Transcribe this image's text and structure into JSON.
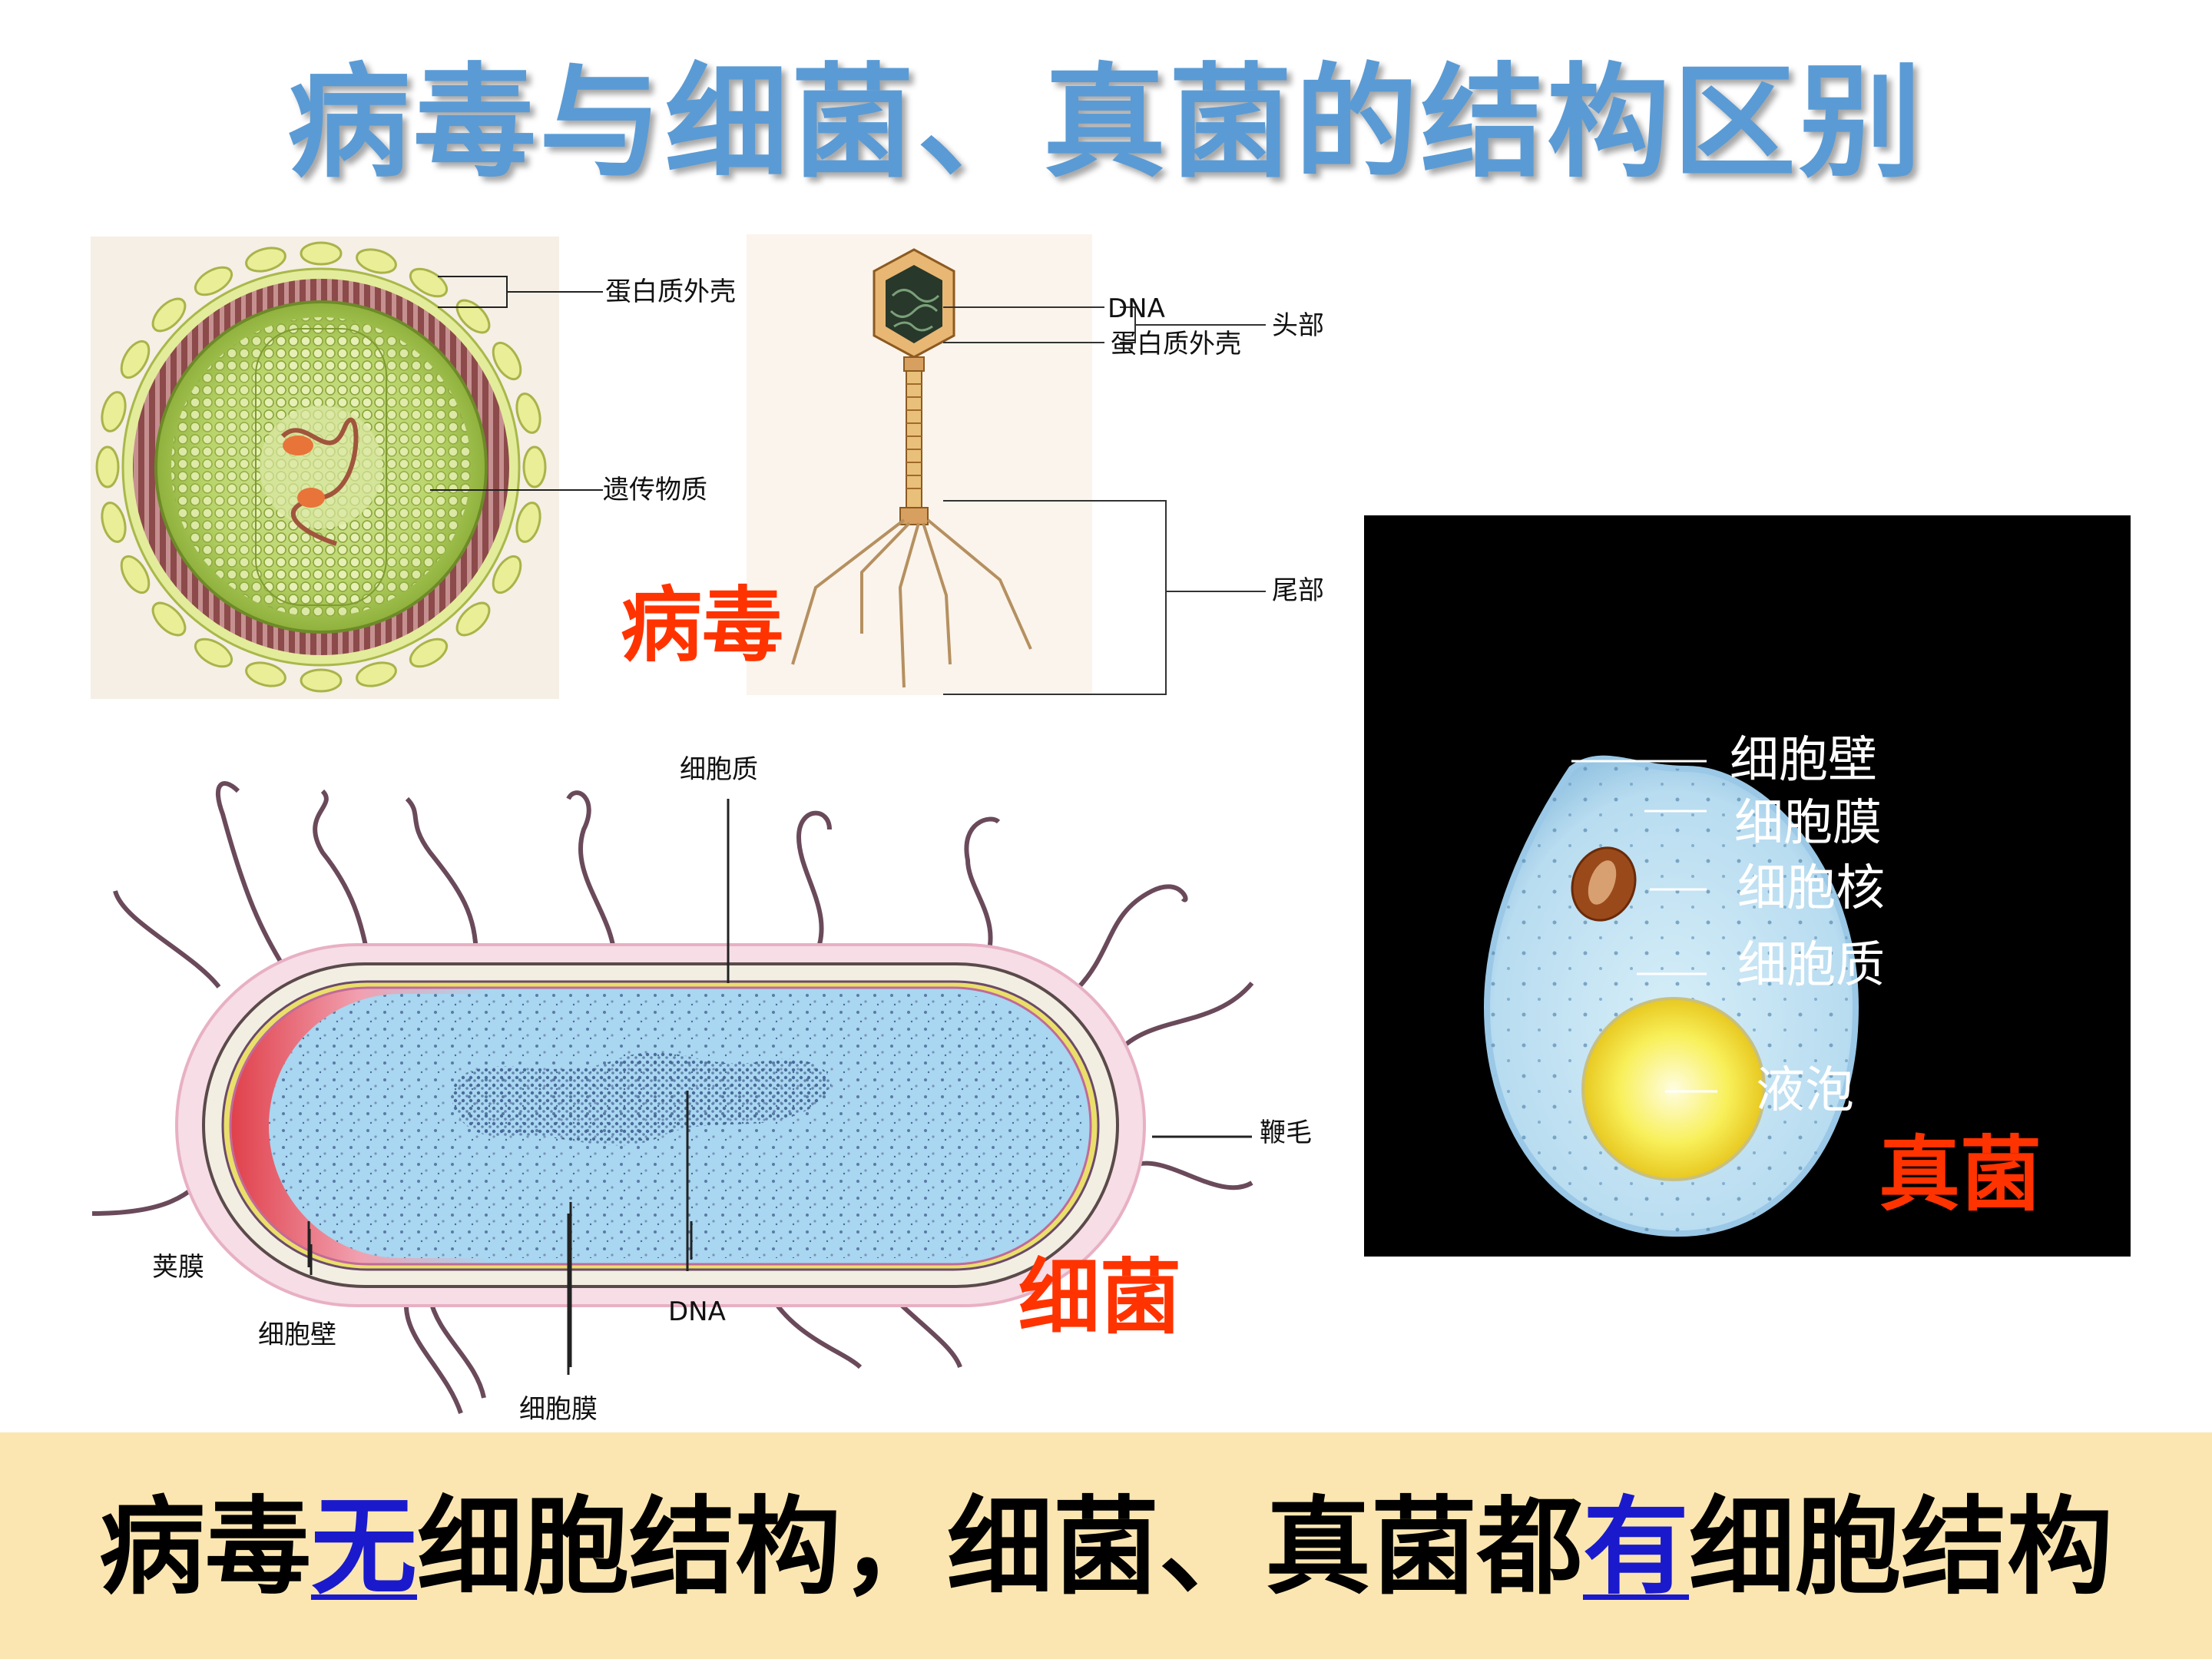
{
  "title": "病毒与细菌、真菌的结构区别",
  "virus_round": {
    "labels": {
      "shell": "蛋白质外壳",
      "genetic": "遗传物质"
    }
  },
  "phage": {
    "labels": {
      "dna": "DNA",
      "shell": "蛋白质外壳",
      "head": "头部",
      "tail": "尾部"
    }
  },
  "virus_caption": "病毒",
  "bacterium": {
    "labels": {
      "cytoplasm": "细胞质",
      "flagella": "鞭毛",
      "capsule": "荚膜",
      "cell_wall": "细胞壁",
      "dna": "DNA",
      "membrane": "细胞膜"
    },
    "caption": "细菌"
  },
  "fungus": {
    "labels": {
      "cell_wall": "细胞壁",
      "membrane": "细胞膜",
      "nucleus": "细胞核",
      "cytoplasm": "细胞质",
      "vacuole": "液泡"
    },
    "caption": "真菌"
  },
  "summary": {
    "part1": "病毒",
    "highlight1": "无",
    "part2": "细胞结构，细菌、真菌都",
    "highlight2": "有",
    "part3": "细胞结构"
  },
  "colors": {
    "title": "#5a9bd5",
    "caption": "#ff3300",
    "highlight": "#1a1acc",
    "summary_bar": "#fbe6b2"
  }
}
